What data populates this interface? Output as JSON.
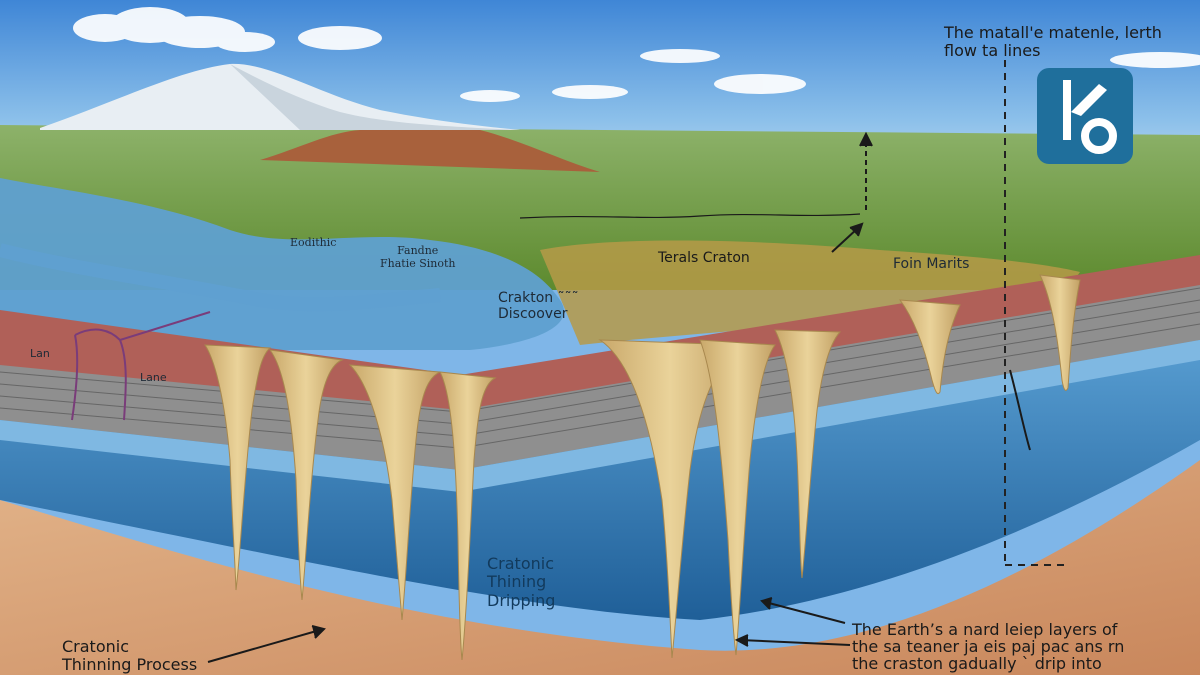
{
  "labels": {
    "top_right": "The matall'e matenle, lerth\nflow ta lines",
    "eodithic": "Eodithic",
    "fandne": "Fandne\nFhatie  Sinoth",
    "craton_discover": "Crakton ˜˜˜\nDiscoover",
    "terals_craton": "Terals Craton",
    "foin_marits": "Foin Marits",
    "lan": "Lan",
    "lane": "Lane",
    "cratonic_dripping": "Cratonic\nThining\nDripping",
    "bottom_left": "Cratonic\nThinning Process",
    "bottom_right": "The Earth’s a nard leiep layers of\nthe sa teaner ja eis paj pac ans rn\nthe craston gadually ` drip into"
  },
  "logo": {
    "icon": "ko-logo-icon",
    "color": "#1f6f9c"
  },
  "colors": {
    "sky": "#7fb6e8",
    "grassland": "#6f9a3a",
    "water": "#5fa0d0",
    "crust_red": "#b06058",
    "mantle_blue": "#2f78b0",
    "drip_tan": "#dcc28a",
    "sand": "#d49a6e"
  }
}
